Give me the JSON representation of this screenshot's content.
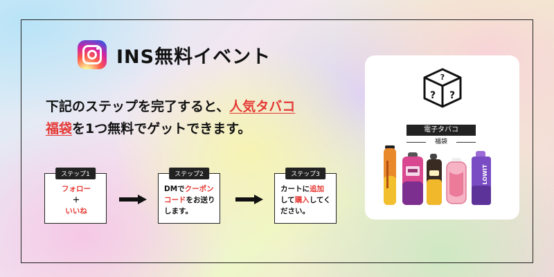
{
  "header": {
    "title": "INS無料イベント",
    "icon": "instagram-icon"
  },
  "description": {
    "line1_prefix": "下記のステップを完了すると、",
    "highlight_part1": "人気タバコ",
    "highlight_part2": "福袋",
    "line2_suffix": "を1つ無料でゲットできます。",
    "highlight_color": "#e53935"
  },
  "steps": [
    {
      "label": "ステップ1",
      "line1": "フォロー",
      "line2": "＋",
      "line3": "いいね"
    },
    {
      "label": "ステップ2",
      "prefix": "DMで",
      "red": "クーポン",
      "line2_red": "コード",
      "line2_rest": "をお送り",
      "line3": "します。"
    },
    {
      "label": "ステップ3",
      "prefix": "カートに",
      "red": "追加",
      "line2_prefix": "して",
      "line2_red": "購入",
      "line2_rest": "してく",
      "line3": "ださい。"
    }
  ],
  "product": {
    "band_label": "電子タバコ",
    "sub_label": "福袋",
    "mystery_icon": "mystery-box-icon"
  }
}
